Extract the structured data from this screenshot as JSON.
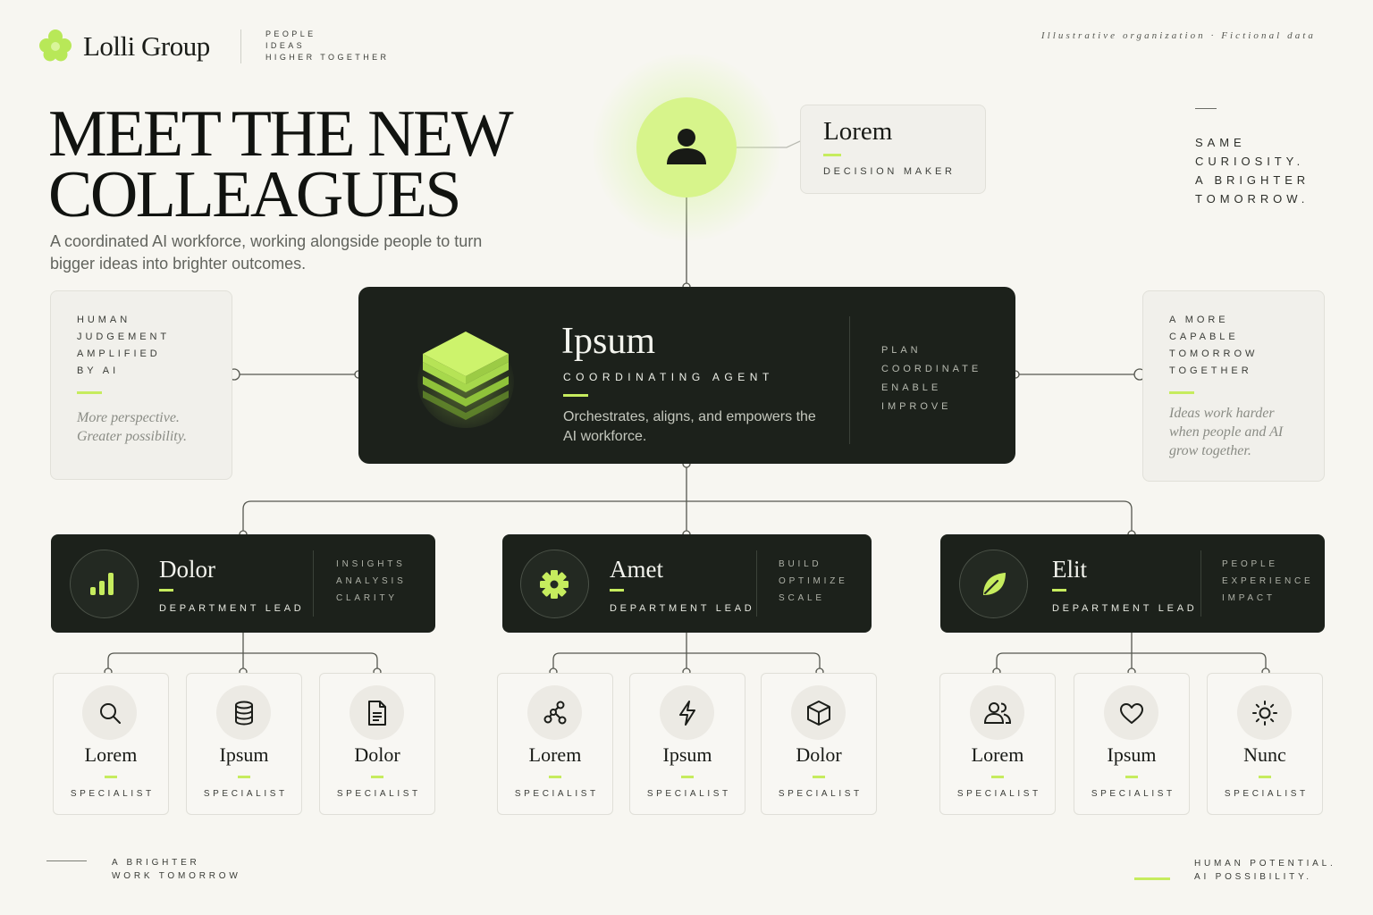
{
  "brand": {
    "name": "Lolli Group",
    "tagline": [
      "PEOPLE",
      "IDEAS",
      "HIGHER TOGETHER"
    ],
    "note": "Illustrative organization  ·  Fictional data",
    "accent_color": "#c6ec5e",
    "dark_color": "#1c211b"
  },
  "hero": {
    "title_line1": "MEET THE NEW",
    "title_line2": "COLLEAGUES",
    "subtitle": "A coordinated AI workforce, working alongside people to turn bigger ideas into brighter outcomes."
  },
  "top_right": [
    "SAME",
    "CURIOSITY.",
    "A BRIGHTER",
    "TOMORROW."
  ],
  "decision_maker": {
    "name": "Lorem",
    "role": "DECISION MAKER",
    "icon": "person-icon"
  },
  "left_card": {
    "lines": [
      "HUMAN",
      "JUDGEMENT",
      "AMPLIFIED",
      "BY AI"
    ],
    "quote": [
      "More perspective.",
      "Greater possibility."
    ]
  },
  "right_card": {
    "lines": [
      "A MORE",
      "CAPABLE",
      "TOMORROW",
      "TOGETHER"
    ],
    "quote": [
      "Ideas work harder",
      "when people and AI",
      "grow together."
    ]
  },
  "coordinator": {
    "name": "Ipsum",
    "role": "COORDINATING AGENT",
    "description": "Orchestrates, aligns, and empowers the AI workforce.",
    "verbs": [
      "PLAN",
      "COORDINATE",
      "ENABLE",
      "IMPROVE"
    ],
    "icon": "layers-icon"
  },
  "departments": [
    {
      "name": "Dolor",
      "role": "DEPARTMENT LEAD",
      "keywords": [
        "INSIGHTS",
        "ANALYSIS",
        "CLARITY"
      ],
      "icon": "bar-chart-icon",
      "specialists": [
        {
          "name": "Lorem",
          "role": "SPECIALIST",
          "icon": "search-icon"
        },
        {
          "name": "Ipsum",
          "role": "SPECIALIST",
          "icon": "database-icon"
        },
        {
          "name": "Dolor",
          "role": "SPECIALIST",
          "icon": "document-icon"
        }
      ]
    },
    {
      "name": "Amet",
      "role": "DEPARTMENT LEAD",
      "keywords": [
        "BUILD",
        "OPTIMIZE",
        "SCALE"
      ],
      "icon": "gear-icon",
      "specialists": [
        {
          "name": "Lorem",
          "role": "SPECIALIST",
          "icon": "network-icon"
        },
        {
          "name": "Ipsum",
          "role": "SPECIALIST",
          "icon": "lightning-icon"
        },
        {
          "name": "Dolor",
          "role": "SPECIALIST",
          "icon": "cube-icon"
        }
      ]
    },
    {
      "name": "Elit",
      "role": "DEPARTMENT LEAD",
      "keywords": [
        "PEOPLE",
        "EXPERIENCE",
        "IMPACT"
      ],
      "icon": "leaf-icon",
      "specialists": [
        {
          "name": "Lorem",
          "role": "SPECIALIST",
          "icon": "users-icon"
        },
        {
          "name": "Ipsum",
          "role": "SPECIALIST",
          "icon": "heart-icon"
        },
        {
          "name": "Nunc",
          "role": "SPECIALIST",
          "icon": "sun-icon"
        }
      ]
    }
  ],
  "footer": {
    "left": [
      "A BRIGHTER",
      "WORK TOMORROW"
    ],
    "right": [
      "HUMAN POTENTIAL.",
      "AI POSSIBILITY."
    ]
  }
}
